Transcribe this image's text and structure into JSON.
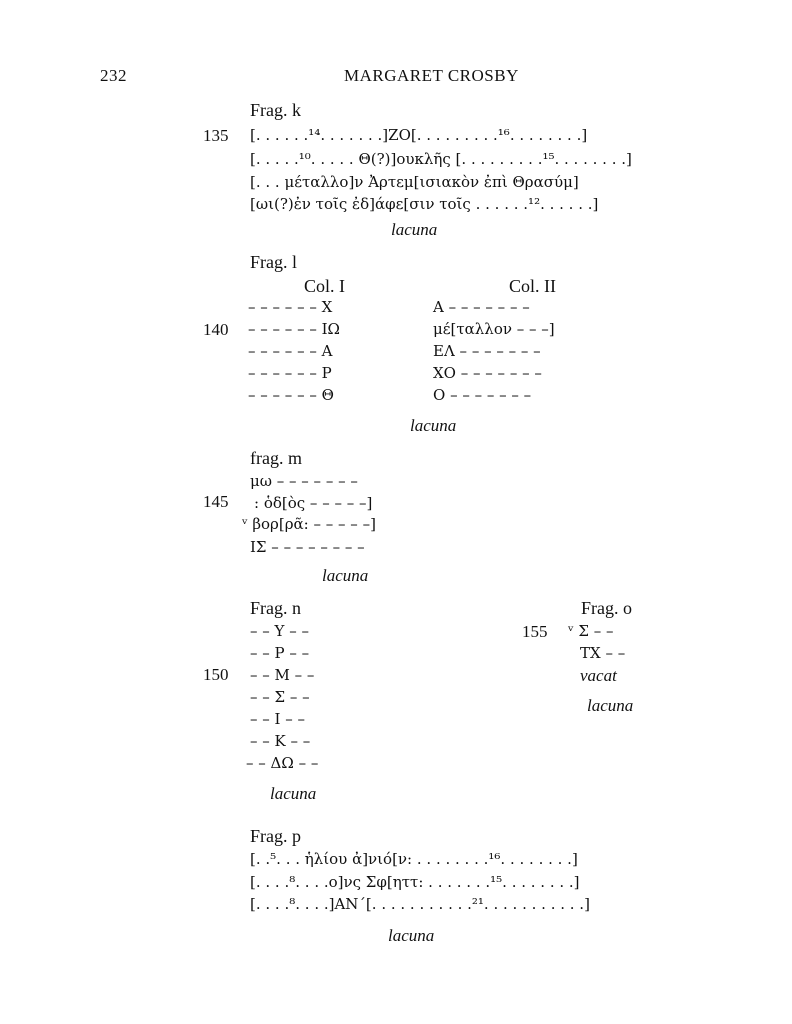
{
  "header": {
    "page_number": "232",
    "running_title": "MARGARET CROSBY"
  },
  "frag_k": {
    "label": "Frag. k",
    "line_number": "135",
    "lines": [
      "[. . . . . .¹⁴. . . . . . .]ΖΟ[. . . . . . . . .¹⁶. . . . . . . .]",
      "[. . . . .¹⁰. . . . .  Θ(?)]ουκλῆς [. . . . . . . . .¹⁵. . . . . . . .]",
      "[. . .  μέταλλο]ν Ἀρτεμ[ισιακὸν ἐπὶ Θρασύμ]",
      "[ωι(?)ἐν τοῖς ἐδ]άφε[σιν τοῖς . . . . . .¹². . . . . .]"
    ],
    "lacuna": "lacuna"
  },
  "frag_l": {
    "label": "Frag. l",
    "col1_header": "Col. I",
    "col2_header": "Col. II",
    "line_number": "140",
    "col1": [
      "– – – – – – Χ",
      "– – – – – – ΙΩ",
      "– – – – – – Α",
      "– – – – – – Ρ",
      "– – – – – – Θ"
    ],
    "col2": [
      "Α – – – – – – –",
      "μέ[ταλλον – – –]",
      "ΕΛ – – – – – – –",
      "ΧΟ – – – – – – –",
      "Ο – – – – – – –"
    ],
    "lacuna": "lacuna"
  },
  "frag_m": {
    "label": "frag. m",
    "line_number": "145",
    "lines": [
      "μω – – – – – – –",
      ": ὁδ[ὸς – – – – –]",
      "ᵛ βορ[ρᾶ: – – – – –]",
      "ΙΣ – – – – – – – –"
    ],
    "lacuna": "lacuna"
  },
  "frag_n": {
    "label": "Frag. n",
    "line_number": "150",
    "lines": [
      "– –  Υ  – –",
      "– –  Ρ  – –",
      "– –  Μ  – –",
      "– –  Σ  – –",
      "– –  Ι  – –",
      "– –  Κ  – –",
      "– – ΔΩ – –"
    ],
    "lacuna": "lacuna"
  },
  "frag_o": {
    "label": "Frag. o",
    "line_number": "155",
    "lines": [
      "ᵛ Σ – –",
      "ΤΧ – –"
    ],
    "vacat": "vacat",
    "lacuna": "lacuna"
  },
  "frag_p": {
    "label": "Frag. p",
    "lines": [
      "[. .⁵. . .  ἡλίου ἀ]νιό[ν:  . . . . . . . .¹⁶. . . . . . . .]",
      "[. . . .⁸. . . .ο]νς Σφ[ηττ:  . . . . . . .¹⁵. . . . . . . .]",
      "[. . . .⁸. . . .]ΑΝ΄[. . . . . . . . . . .²¹. . . . . . . . . . .]"
    ],
    "lacuna": "lacuna"
  }
}
